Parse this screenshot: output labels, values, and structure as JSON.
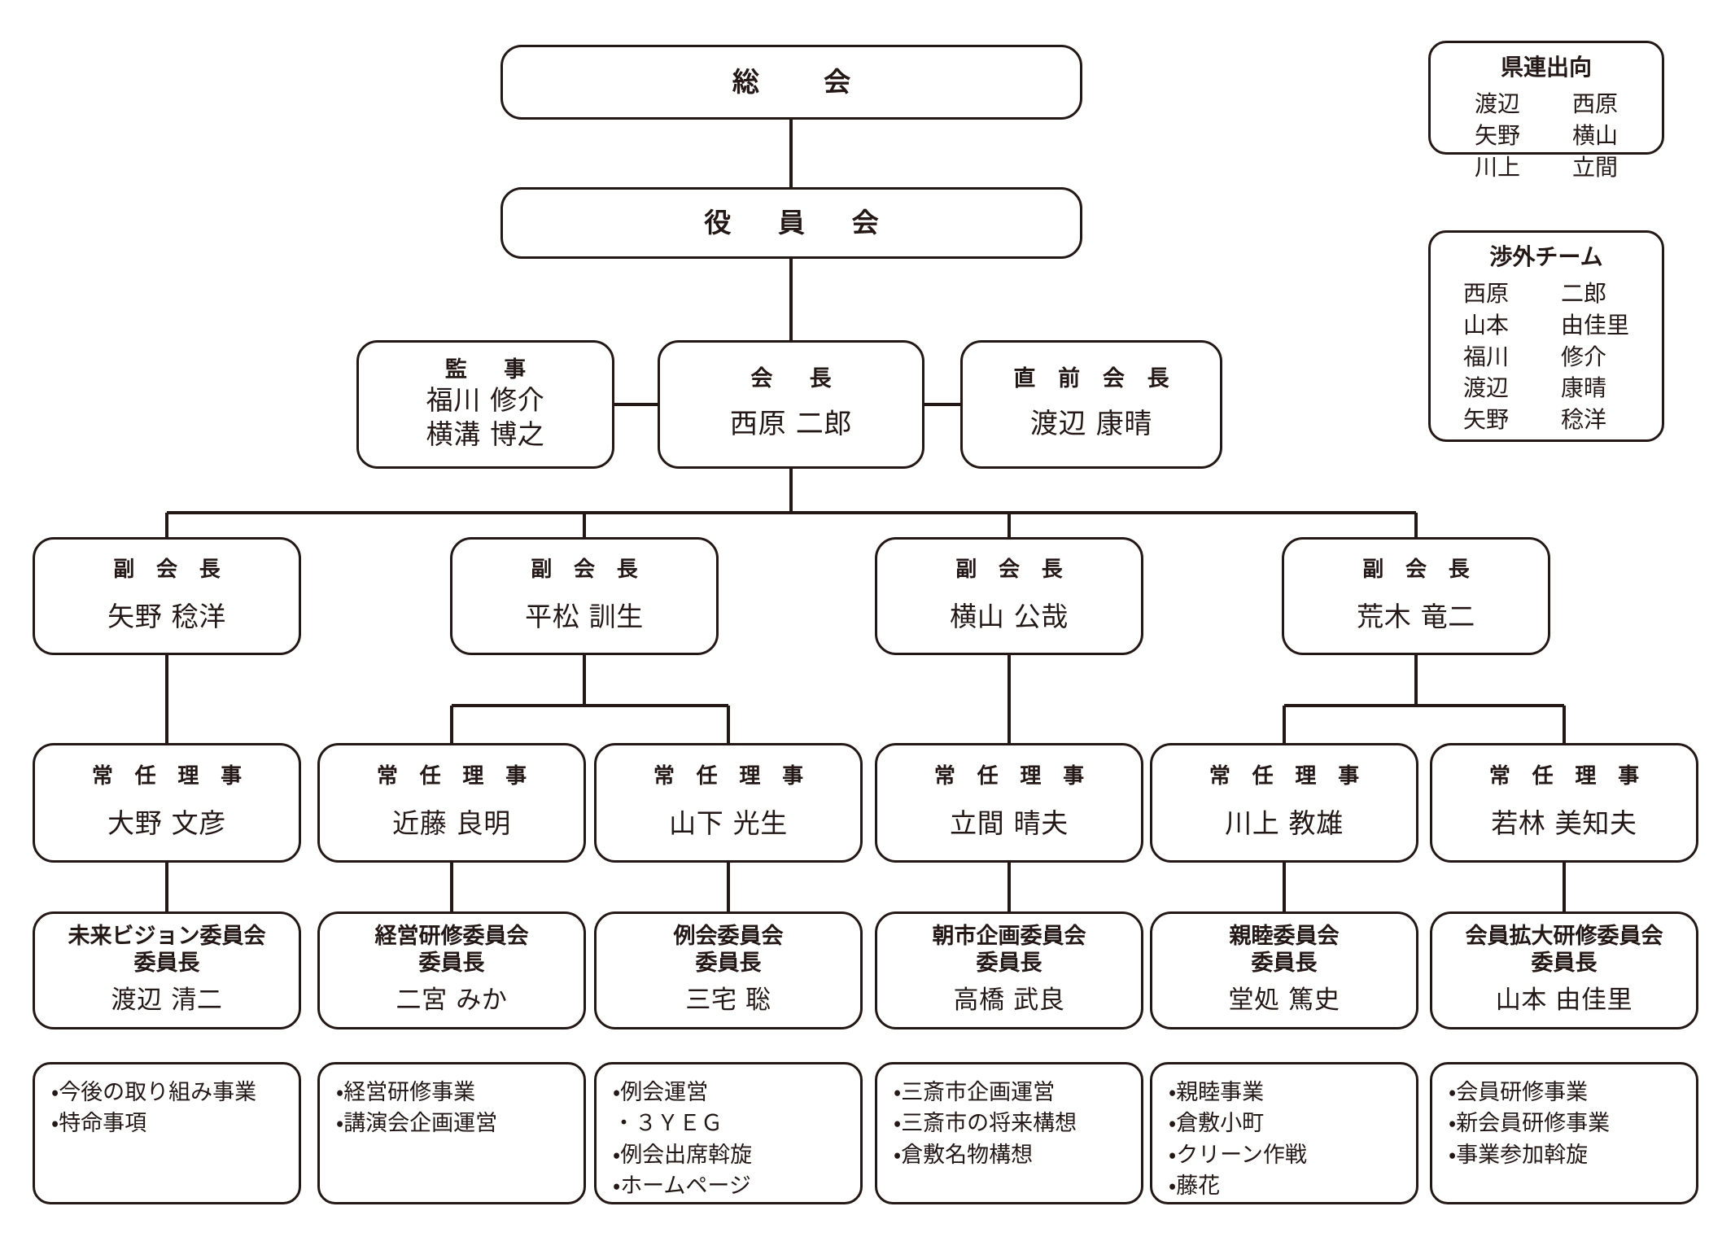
{
  "title": "組織図",
  "top": {
    "assembly": {
      "role": "総　会"
    },
    "board": {
      "role": "役 員 会"
    }
  },
  "exec_row": {
    "auditor": {
      "role": "監　事",
      "names": [
        "福川 修介",
        "横溝 博之"
      ]
    },
    "president": {
      "role": "会　長",
      "name": "西原 二郎"
    },
    "past_president": {
      "role": "直 前 会 長",
      "name": "渡辺 康晴"
    }
  },
  "vice_presidents": [
    {
      "role": "副 会 長",
      "name": "矢野 稔洋"
    },
    {
      "role": "副 会 長",
      "name": "平松 訓生"
    },
    {
      "role": "副 会 長",
      "name": "横山 公哉"
    },
    {
      "role": "副 会 長",
      "name": "荒木 竜二"
    }
  ],
  "directors": [
    {
      "role": "常 任 理 事",
      "name": "大野 文彦"
    },
    {
      "role": "常 任 理 事",
      "name": "近藤 良明"
    },
    {
      "role": "常 任 理 事",
      "name": "山下 光生"
    },
    {
      "role": "常 任 理 事",
      "name": "立間 晴夫"
    },
    {
      "role": "常 任 理 事",
      "name": "川上 教雄"
    },
    {
      "role": "常 任 理 事",
      "name": "若林 美知夫"
    }
  ],
  "committees": [
    {
      "committee": "未来ビジョン委員会",
      "role": "委員長",
      "name": "渡辺 清二"
    },
    {
      "committee": "経営研修委員会",
      "role": "委員長",
      "name": "二宮 みか"
    },
    {
      "committee": "例会委員会",
      "role": "委員長",
      "name": "三宅 聡"
    },
    {
      "committee": "朝市企画委員会",
      "role": "委員長",
      "name": "高橋 武良"
    },
    {
      "committee": "親睦委員会",
      "role": "委員長",
      "name": "堂処 篤史"
    },
    {
      "committee": "会員拡大研修委員会",
      "role": "委員長",
      "name": "山本 由佳里"
    }
  ],
  "tasks": [
    {
      "items": [
        "今後の取り組み事業",
        "特命事項"
      ]
    },
    {
      "items": [
        "経営研修事業",
        "講演会企画運営"
      ]
    },
    {
      "items": [
        "例会運営",
        "３ＹＥＧ",
        "例会出席斡旋",
        "ホームページ"
      ]
    },
    {
      "items": [
        "三斎市企画運営",
        "三斎市の将来構想",
        "倉敷名物構想"
      ]
    },
    {
      "items": [
        "親睦事業",
        "倉敷小町",
        "クリーン作戦",
        "藤花"
      ]
    },
    {
      "items": [
        "会員研修事業",
        "新会員研修事業",
        "事業参加斡旋"
      ]
    }
  ],
  "panels": [
    {
      "title": "県連出向",
      "rows": [
        {
          "first": "渡辺",
          "last": "西原"
        },
        {
          "first": "矢野",
          "last": "横山"
        },
        {
          "first": "川上",
          "last": "立間"
        }
      ]
    },
    {
      "title": "渉外チーム",
      "rows": [
        {
          "first": "西原",
          "last": "二郎"
        },
        {
          "first": "山本",
          "last": "由佳里"
        },
        {
          "first": "福川",
          "last": "修介"
        },
        {
          "first": "渡辺",
          "last": "康晴"
        },
        {
          "first": "矢野",
          "last": "稔洋"
        }
      ]
    }
  ],
  "colors": {
    "line": "#231815",
    "background": "#ffffff"
  }
}
